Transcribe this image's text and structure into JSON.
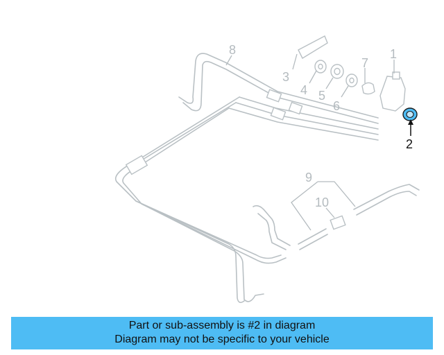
{
  "diagram": {
    "callouts": [
      "1",
      "2",
      "3",
      "4",
      "5",
      "6",
      "7",
      "8",
      "9",
      "10"
    ],
    "highlighted_callout": "2",
    "highlight_color": "#4ebcf4"
  },
  "banner": {
    "line1": "Part or sub-assembly is #2 in diagram",
    "line2": "Diagram may not be specific to your vehicle",
    "color": "#4ebcf4"
  }
}
